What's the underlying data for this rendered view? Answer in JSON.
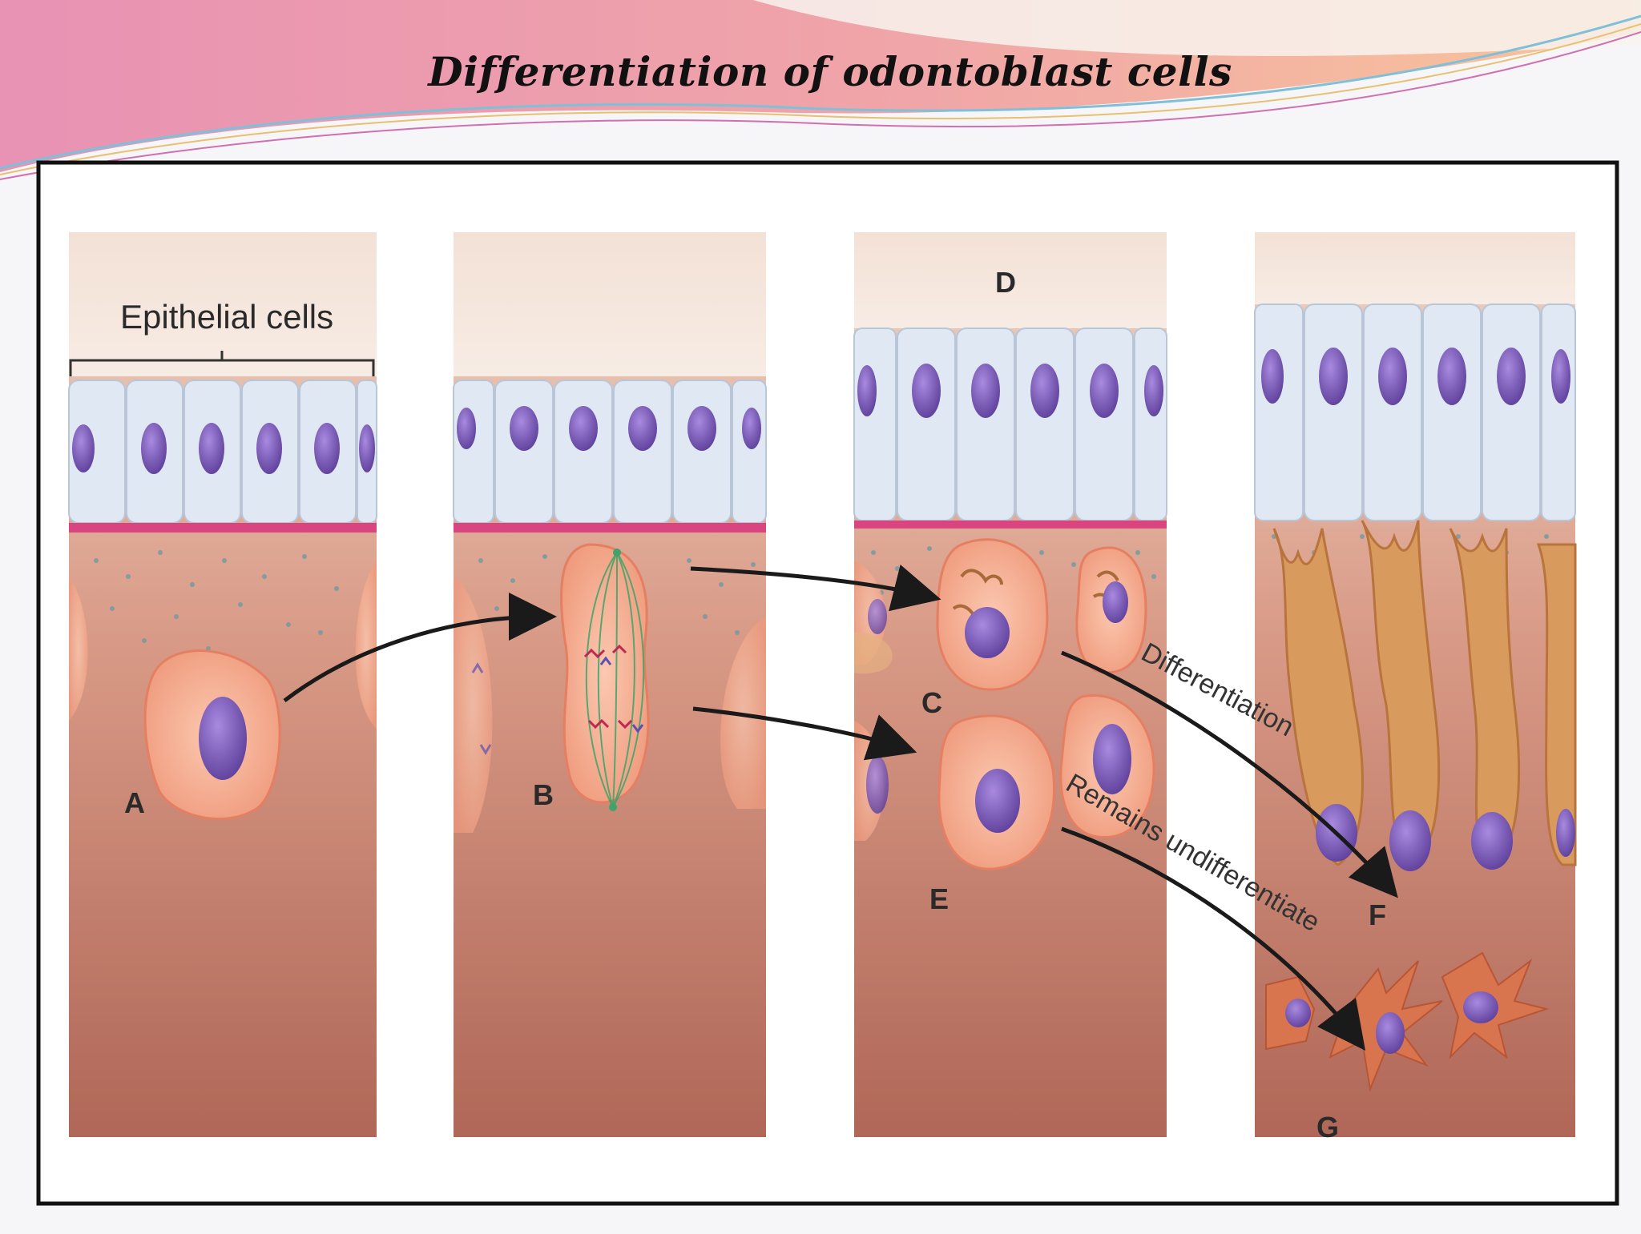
{
  "title": "Differentiation of odontoblast cells",
  "labels": {
    "epithelial": "Epithelial cells",
    "A": "A",
    "B": "B",
    "C": "C",
    "D": "D",
    "E": "E",
    "F": "F",
    "G": "G",
    "differentiation": "Differentiation",
    "remains": "Remains undifferentiate"
  },
  "colors": {
    "nucleus": "#7b5bb8",
    "epithelial_cell": "#dfe8f3",
    "basement_membrane": "#d8457f",
    "tissue_top": "#f0d0c0",
    "tissue_bottom": "#b36a5a",
    "cell_body": "#f4a88c",
    "odontoblast": "#d99a5e",
    "arrow": "#1a1a1a"
  }
}
